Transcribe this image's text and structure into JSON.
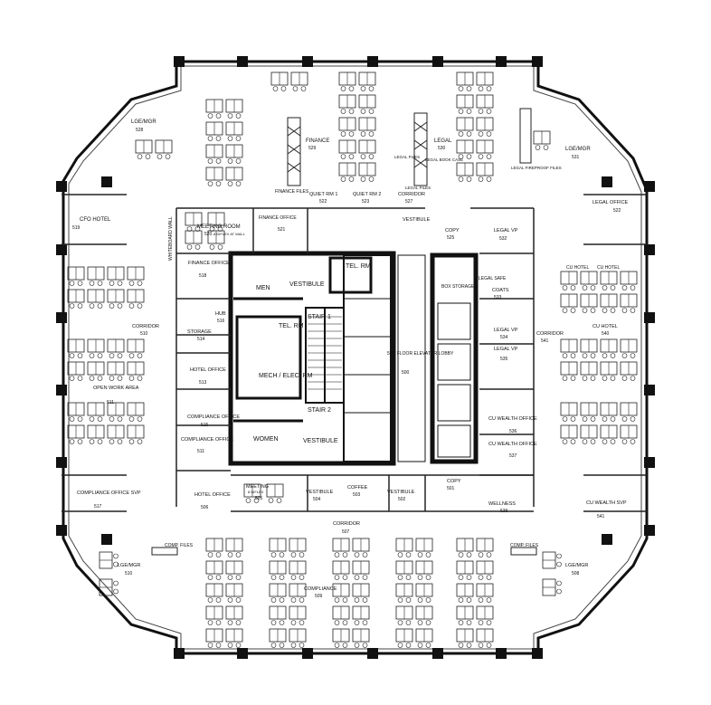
{
  "rooms": {
    "finance": {
      "name": "FINANCE",
      "number": "529"
    },
    "legal": {
      "name": "LEGAL",
      "number": "530"
    },
    "lge_mgr_tl": {
      "name": "LGE/MGR",
      "number": "528"
    },
    "lge_mgr_tr": {
      "name": "LGE/MGR",
      "number": "531"
    },
    "finance_files": {
      "name": "FINANCE FILES"
    },
    "quiet_rm_1": {
      "name": "QUIET RM 1",
      "number": "522"
    },
    "quiet_rm_2": {
      "name": "QUIET RM 2",
      "number": "523"
    },
    "corridor_top": {
      "name": "CORRIDOR",
      "number": "527"
    },
    "legal_files": {
      "name": "LEGAL FILES"
    },
    "legal_book_case": {
      "name": "LEGAL BOOK CASE"
    },
    "legal_fireproof": {
      "name": "LEGAL FIREPROOF FILES"
    },
    "legal_files_2": {
      "name": "LEGAL FILES"
    },
    "cfo_hotel": {
      "name": "CFO HOTEL",
      "number": "519"
    },
    "meeting_room": {
      "name": "MEETING ROOM",
      "number": "520",
      "note": "8 DIFLEX AT WALL"
    },
    "finance_off_top": {
      "name": "FINANCE OFFICE",
      "number": "521"
    },
    "whiteboard_wall": {
      "name": "WHITEBOARD WALL"
    },
    "vestibule_top": {
      "name": "VESTIBULE"
    },
    "copy_top": {
      "name": "COPY",
      "number": "525"
    },
    "legal_vp_top": {
      "name": "LEGAL VP",
      "number": "532"
    },
    "legal_office": {
      "name": "LEGAL OFFICE",
      "number": "522"
    },
    "finance_office_left": {
      "name": "FINANCE OFFICE",
      "number": "518"
    },
    "hub": {
      "name": "HUB",
      "number": "516"
    },
    "storage": {
      "name": "STORAGE",
      "number": "514"
    },
    "corridor_left": {
      "name": "CORRIDOR",
      "number": "510"
    },
    "open_work_area": {
      "name": "OPEN WORK AREA",
      "number": "511"
    },
    "hotel_office_l": {
      "name": "HOTEL OFFICE",
      "number": "513"
    },
    "compliance_off": {
      "name": "COMPLIANCE OFFICE",
      "number": "515"
    },
    "compliance_off_2": {
      "name": "COMPLIANCE OFFICE",
      "number": "511"
    },
    "compliance_svp": {
      "name": "COMPLIANCE OFFICE SVP",
      "number": "517"
    },
    "hotel_office_b": {
      "name": "HOTEL OFFICE",
      "number": "506"
    },
    "meeting_b": {
      "name": "MEETING",
      "number": "505",
      "note": "8 DIFLEX"
    },
    "men": {
      "name": "MEN"
    },
    "women": {
      "name": "WOMEN"
    },
    "vestibule_mid": {
      "name": "VESTIBULE"
    },
    "vestibule_bot": {
      "name": "VESTIBULE"
    },
    "vestibule_604": {
      "name": "VESTIBULE",
      "number": "504"
    },
    "tel_rm_1": {
      "name": "TEL. RM"
    },
    "tel_rm_2": {
      "name": "TEL. RM"
    },
    "stair_1": {
      "name": "STAIR 1"
    },
    "stair_2": {
      "name": "STAIR 2"
    },
    "mech_elec": {
      "name": "MECH / ELEC. RM"
    },
    "elevator_lobby": {
      "name": "5TH FLOOR ELEVATOR LOBBY",
      "number": "500"
    },
    "box_storage": {
      "name": "BOX STORAGE"
    },
    "legal_safe": {
      "name": "LEGAL SAFE"
    },
    "coats": {
      "name": "COATS",
      "number": "533"
    },
    "legal_vp_2": {
      "name": "LEGAL VP",
      "number": "534"
    },
    "legal_vp_3": {
      "name": "LEGAL VP",
      "number": "535"
    },
    "cu_hotel_1": {
      "name": "CU HOTEL"
    },
    "cu_hotel_2": {
      "name": "CU HOTEL"
    },
    "cu_hotel": {
      "name": "CU HOTEL",
      "number": "540"
    },
    "corridor_right": {
      "name": "CORRIDOR",
      "number": "541"
    },
    "cu_wealth_off_1": {
      "name": "CU WEALTH OFFICE",
      "number": "536"
    },
    "cu_wealth_off_2": {
      "name": "CU WEALTH OFFICE",
      "number": "537"
    },
    "cu_wealth_svp": {
      "name": "CU WEALTH SVP",
      "number": "541"
    },
    "coffee": {
      "name": "COFFEE",
      "number": "503"
    },
    "vestibule_502": {
      "name": "VESTIBULE",
      "number": "502"
    },
    "copy_bot": {
      "name": "COPY",
      "number": "501"
    },
    "wellness": {
      "name": "WELLNESS",
      "number": "539"
    },
    "corridor_bot": {
      "name": "CORRIDOR",
      "number": "507"
    },
    "compliance": {
      "name": "COMPLIANCE",
      "number": "509"
    },
    "lge_mgr_bl": {
      "name": "LGE/MGR",
      "number": "510"
    },
    "lge_mgr_br": {
      "name": "LGE/MGR",
      "number": "508"
    },
    "comp_files_l": {
      "name": "COMP. FILES"
    },
    "comp_files_r": {
      "name": "COMP. FILES"
    }
  }
}
